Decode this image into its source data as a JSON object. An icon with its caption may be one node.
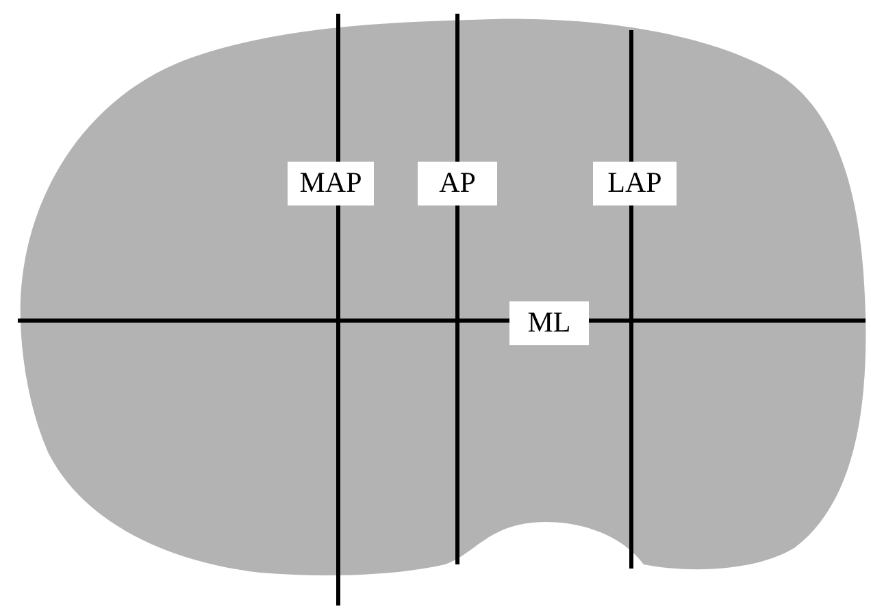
{
  "diagram": {
    "labels": [
      "MAP",
      "AP",
      "LAP",
      "ML"
    ]
  }
}
